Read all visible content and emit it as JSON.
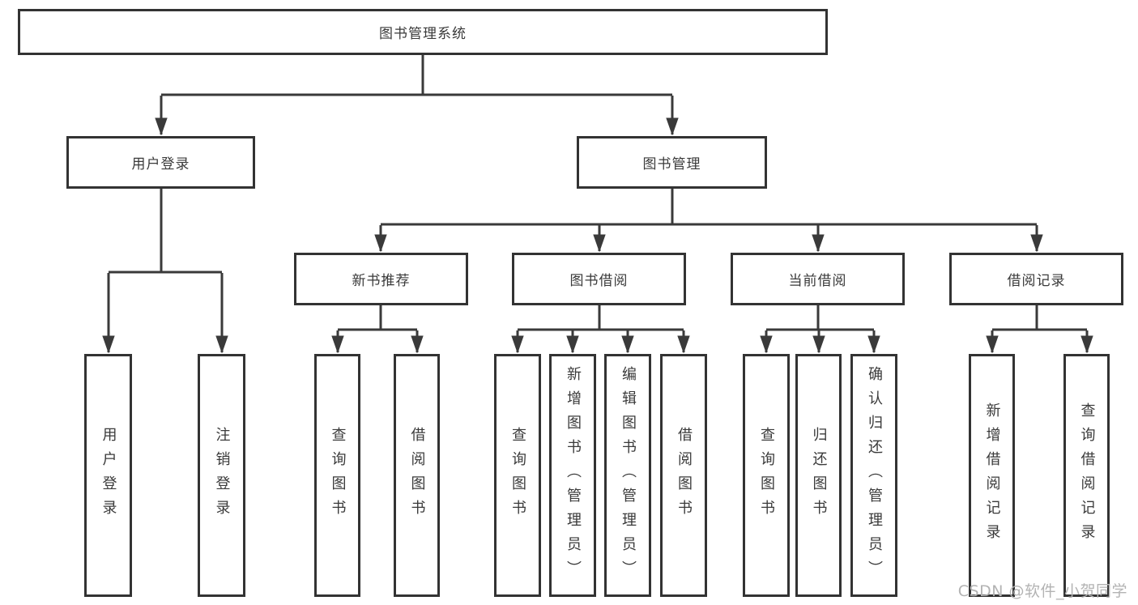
{
  "diagram": {
    "root": "图书管理系统",
    "level2": {
      "user_login": "用户登录",
      "book_mgmt": "图书管理"
    },
    "level3": {
      "new_book_rec": "新书推荐",
      "book_borrow": "图书借阅",
      "current_borrow": "当前借阅",
      "borrow_records": "借阅记录"
    },
    "leaves": {
      "login": "用户登录",
      "logout": "注销登录",
      "nb_query": "查询图书",
      "nb_borrow": "借阅图书",
      "bb_query": "查询图书",
      "bb_add": "新增图书（管理员）",
      "bb_edit": "编辑图书（管理员）",
      "bb_borrow": "借阅图书",
      "cb_query": "查询图书",
      "cb_return": "归还图书",
      "cb_confirm": "确认归还（管理员）",
      "br_add": "新增借阅记录",
      "br_query": "查询借阅记录"
    }
  },
  "watermark": {
    "text": "CSDN @软件_小贺同学"
  },
  "colors": {
    "line": "#3a3a3a",
    "border": "#333333",
    "text": "#3a3a3a",
    "watermark": "#b3b3b3"
  }
}
